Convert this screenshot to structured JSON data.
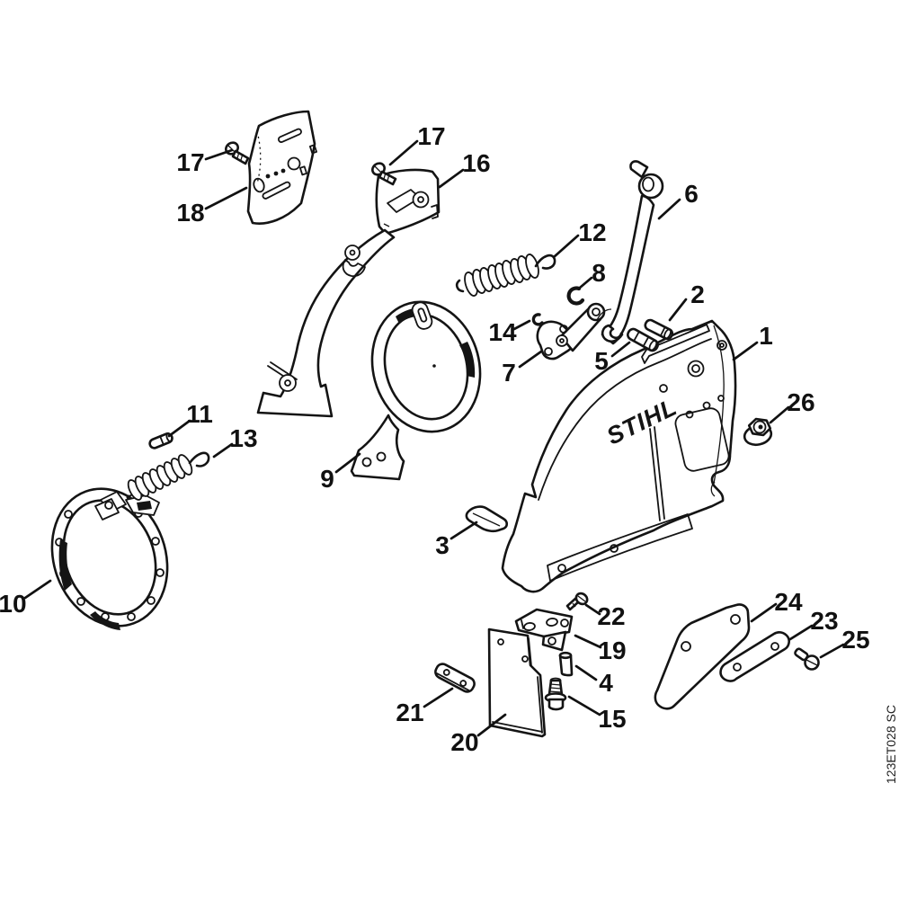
{
  "figure": {
    "background_color": "#ffffff",
    "ink_color": "#141414",
    "brand_text": "STIHL",
    "drawing_code": "123ET028 SC",
    "callouts": [
      {
        "num": "17"
      },
      {
        "num": "18"
      },
      {
        "num": "17"
      },
      {
        "num": "16"
      },
      {
        "num": "12"
      },
      {
        "num": "8"
      },
      {
        "num": "6"
      },
      {
        "num": "2"
      },
      {
        "num": "14"
      },
      {
        "num": "7"
      },
      {
        "num": "5"
      },
      {
        "num": "1"
      },
      {
        "num": "26"
      },
      {
        "num": "11"
      },
      {
        "num": "13"
      },
      {
        "num": "10"
      },
      {
        "num": "9"
      },
      {
        "num": "3"
      },
      {
        "num": "22"
      },
      {
        "num": "19"
      },
      {
        "num": "4"
      },
      {
        "num": "15"
      },
      {
        "num": "20"
      },
      {
        "num": "21"
      },
      {
        "num": "24"
      },
      {
        "num": "23"
      },
      {
        "num": "25"
      }
    ]
  }
}
